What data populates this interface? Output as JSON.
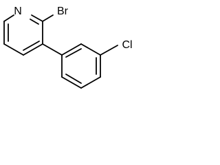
{
  "molecule": {
    "atoms": {
      "nitrogen": "N",
      "bromine": "Br",
      "chlorine": "Cl"
    }
  },
  "colors": {
    "background": "#ffffff",
    "ink": "#000000"
  }
}
